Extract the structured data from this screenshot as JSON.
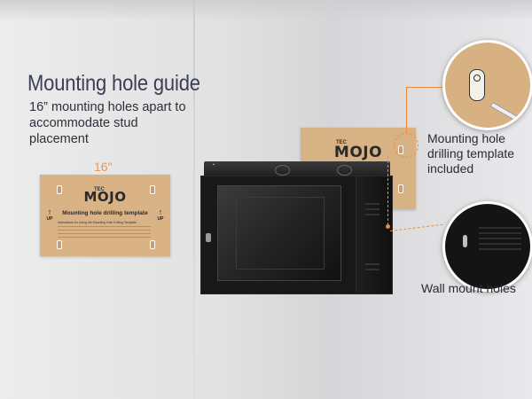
{
  "heading": {
    "title": "Mounting hole guide",
    "description": "16” mounting holes apart to accommodate stud placement"
  },
  "template_card": {
    "dimension_label": "16\"",
    "brand_small": "TEC",
    "brand_main": "MOJO",
    "title": "Mounting hole drilling template",
    "instructions": "Instructions for Using the Mounting Hole Drilling Template",
    "up_label": "UP"
  },
  "callouts": {
    "template_included": "Mounting hole drilling template included",
    "wall_mount_holes": "Wall mount holes"
  },
  "colors": {
    "accent": "#f08a3a",
    "template": "#d9b386",
    "title": "#3a3f55"
  },
  "icons": {
    "up_arrow": "up-arrow-icon",
    "keyhole": "keyhole-slot-icon",
    "lock": "lock-icon"
  }
}
